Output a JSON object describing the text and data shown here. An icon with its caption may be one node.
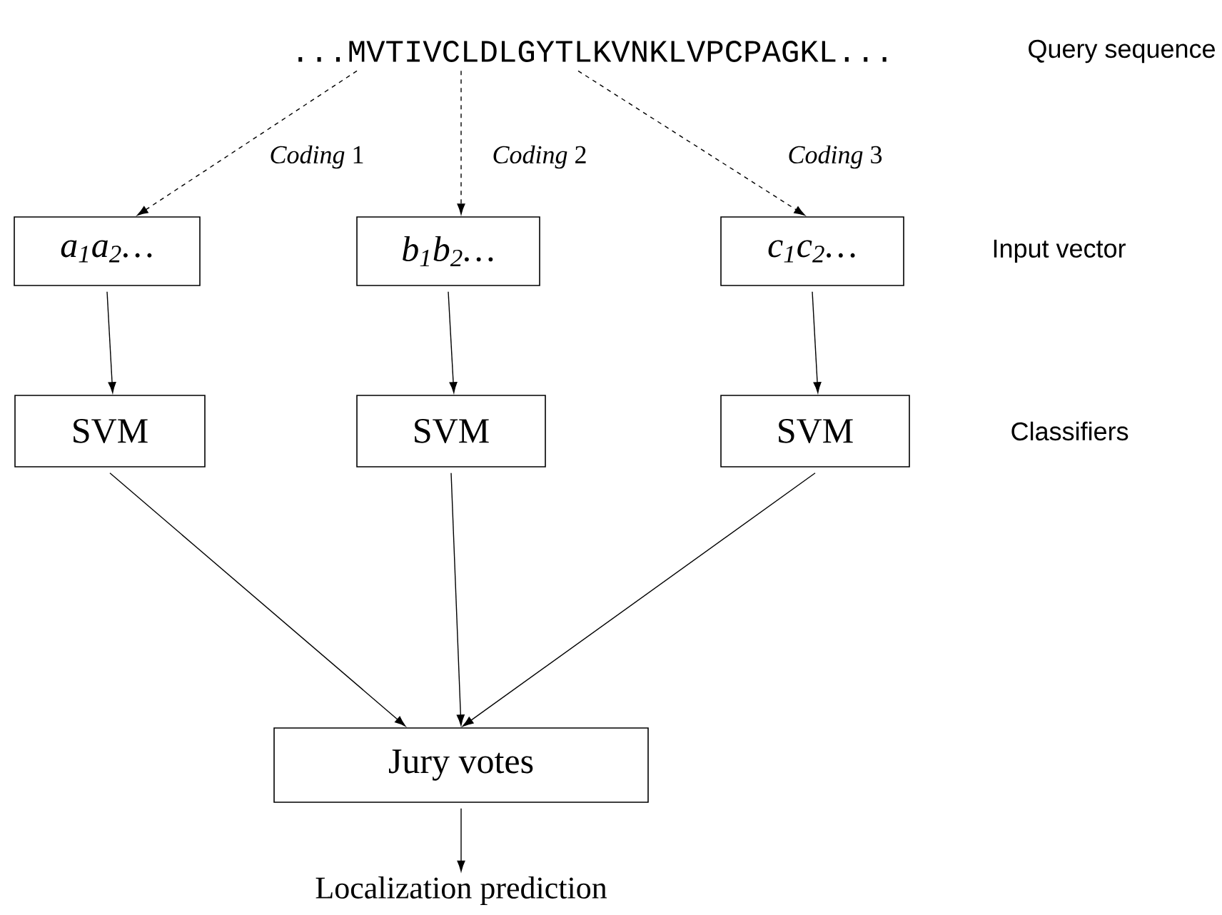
{
  "diagram": {
    "nodes": [
      {
        "text": [
          "...MVTIVCLDLGYTLKVNKLVPCPAGKL..."
        ]
      },
      {
        "text": [
          "a$_{1}$a$_{2}$…"
        ]
      },
      {
        "text": [
          "b$_{1}$b$_{2}$…"
        ]
      },
      {
        "text": [
          "c$_{1}$c$_{2}$…"
        ]
      },
      {
        "text": [
          "SVM"
        ]
      },
      {
        "text": [
          "SVM"
        ]
      },
      {
        "text": [
          "SVM"
        ]
      },
      {
        "text": [
          "Jury votes"
        ]
      },
      {
        "text": [
          "Localization prediction"
        ]
      }
    ],
    "edges": [
      {
        "from": 0,
        "to": 1,
        "arrow": "to",
        "style": "dashed",
        "label": "*Coding* 1"
      },
      {
        "from": 0,
        "to": 2,
        "arrow": "to",
        "style": "dashed",
        "label": "*Coding* 2"
      },
      {
        "from": 0,
        "to": 3,
        "arrow": "to",
        "style": "dashed",
        "label": "*Coding* 3"
      },
      {
        "from": 1,
        "to": 4,
        "arrow": "to"
      },
      {
        "from": 2,
        "to": 5,
        "arrow": "to"
      },
      {
        "from": 3,
        "to": 6,
        "arrow": "to"
      },
      {
        "from": 4,
        "to": 7,
        "arrow": "to"
      },
      {
        "from": 5,
        "to": 7,
        "arrow": "to"
      },
      {
        "from": 6,
        "to": 7,
        "arrow": "to"
      },
      {
        "from": 7,
        "to": 8,
        "arrow": "to"
      }
    ],
    "labels": [
      "Query sequence",
      "Input vector",
      "Classifiers"
    ]
  }
}
